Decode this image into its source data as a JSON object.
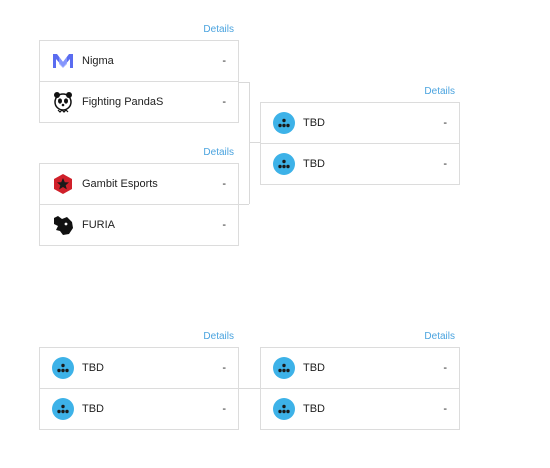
{
  "details_label": "Details",
  "upper_bracket": {
    "semifinal_1": {
      "teams": [
        {
          "name": "Nigma",
          "score": "-",
          "icon": "nigma-logo-icon"
        },
        {
          "name": "Fighting PandaS",
          "score": "-",
          "icon": "fighting-pandas-logo-icon"
        }
      ]
    },
    "semifinal_2": {
      "teams": [
        {
          "name": "Gambit Esports",
          "score": "-",
          "icon": "gambit-logo-icon"
        },
        {
          "name": "FURIA",
          "score": "-",
          "icon": "furia-logo-icon"
        }
      ]
    },
    "final": {
      "teams": [
        {
          "name": "TBD",
          "score": "-",
          "icon": "tbd-logo-icon"
        },
        {
          "name": "TBD",
          "score": "-",
          "icon": "tbd-logo-icon"
        }
      ]
    }
  },
  "lower_bracket": {
    "match_1": {
      "teams": [
        {
          "name": "TBD",
          "score": "-",
          "icon": "tbd-logo-icon"
        },
        {
          "name": "TBD",
          "score": "-",
          "icon": "tbd-logo-icon"
        }
      ]
    },
    "match_2": {
      "teams": [
        {
          "name": "TBD",
          "score": "-",
          "icon": "tbd-logo-icon"
        },
        {
          "name": "TBD",
          "score": "-",
          "icon": "tbd-logo-icon"
        }
      ]
    }
  },
  "colors": {
    "link": "#4aa3df",
    "tbd_badge": "#3db2e8",
    "border": "#dcdcdc",
    "gambit_red": "#d0202a",
    "nigma_blue": "#5a6cf0"
  }
}
